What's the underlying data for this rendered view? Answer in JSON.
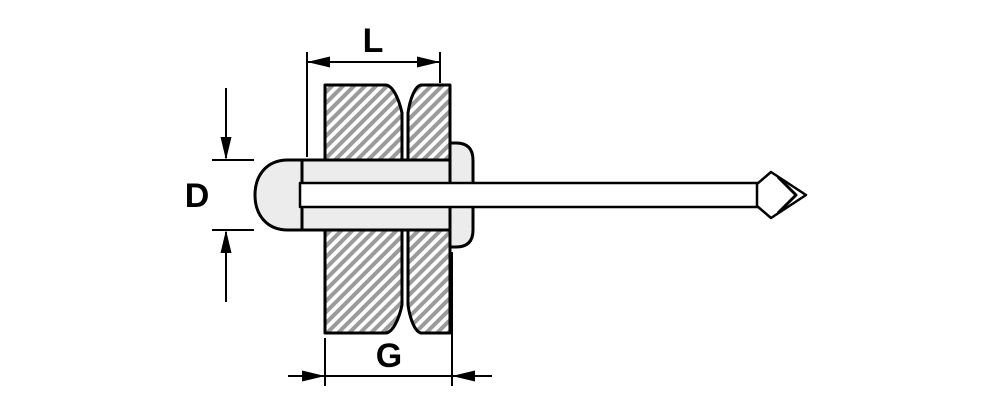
{
  "diagram": {
    "subject": "blind-rivet-cross-section-with-dimensions",
    "labels": {
      "length": "L",
      "diameter": "D",
      "grip": "G"
    },
    "colors": {
      "line": "#000000",
      "metal_fill": "#ececec",
      "mandrel_fill": "#ffffff",
      "hatch_stripe": "#9b9b9b",
      "plate_base": "#ffffff",
      "background": "#ffffff"
    }
  }
}
